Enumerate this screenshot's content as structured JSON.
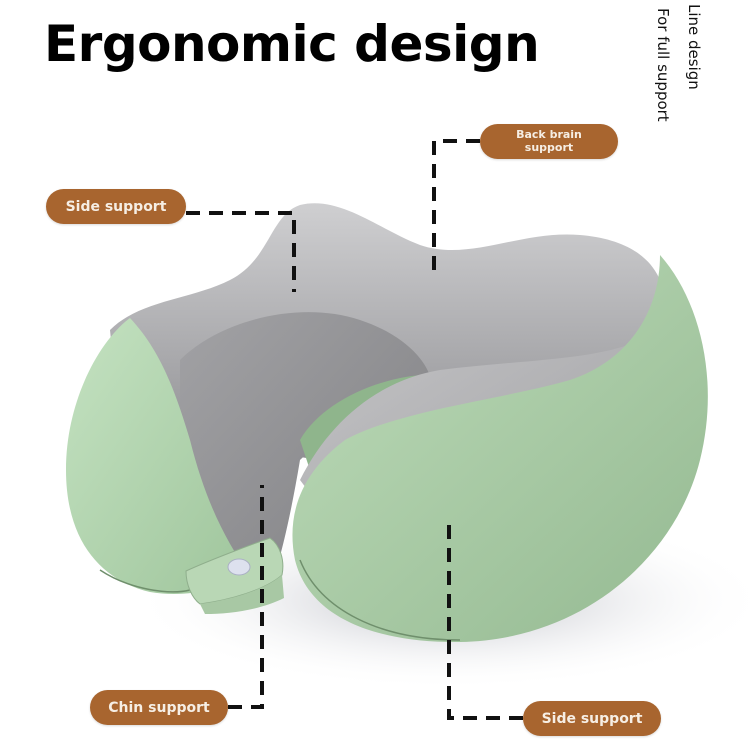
{
  "title": "Ergonomic design",
  "side_notes": {
    "line_design": "Line design",
    "full_support": "For full support"
  },
  "labels": {
    "side_support_top": "Side support",
    "back_brain_support_line1": "Back brain",
    "back_brain_support_line2": "support",
    "chin_support": "Chin support",
    "side_support_bottom": "Side support"
  },
  "colors": {
    "label_bg": "#a8652f",
    "label_text": "#f6eee4",
    "pillow_green": "#b7d8b4",
    "pillow_green_shadow": "#8fb58c",
    "pillow_gray": "#b4b4b6",
    "pillow_gray_dark": "#8f8f92",
    "dash_line": "#111111"
  }
}
